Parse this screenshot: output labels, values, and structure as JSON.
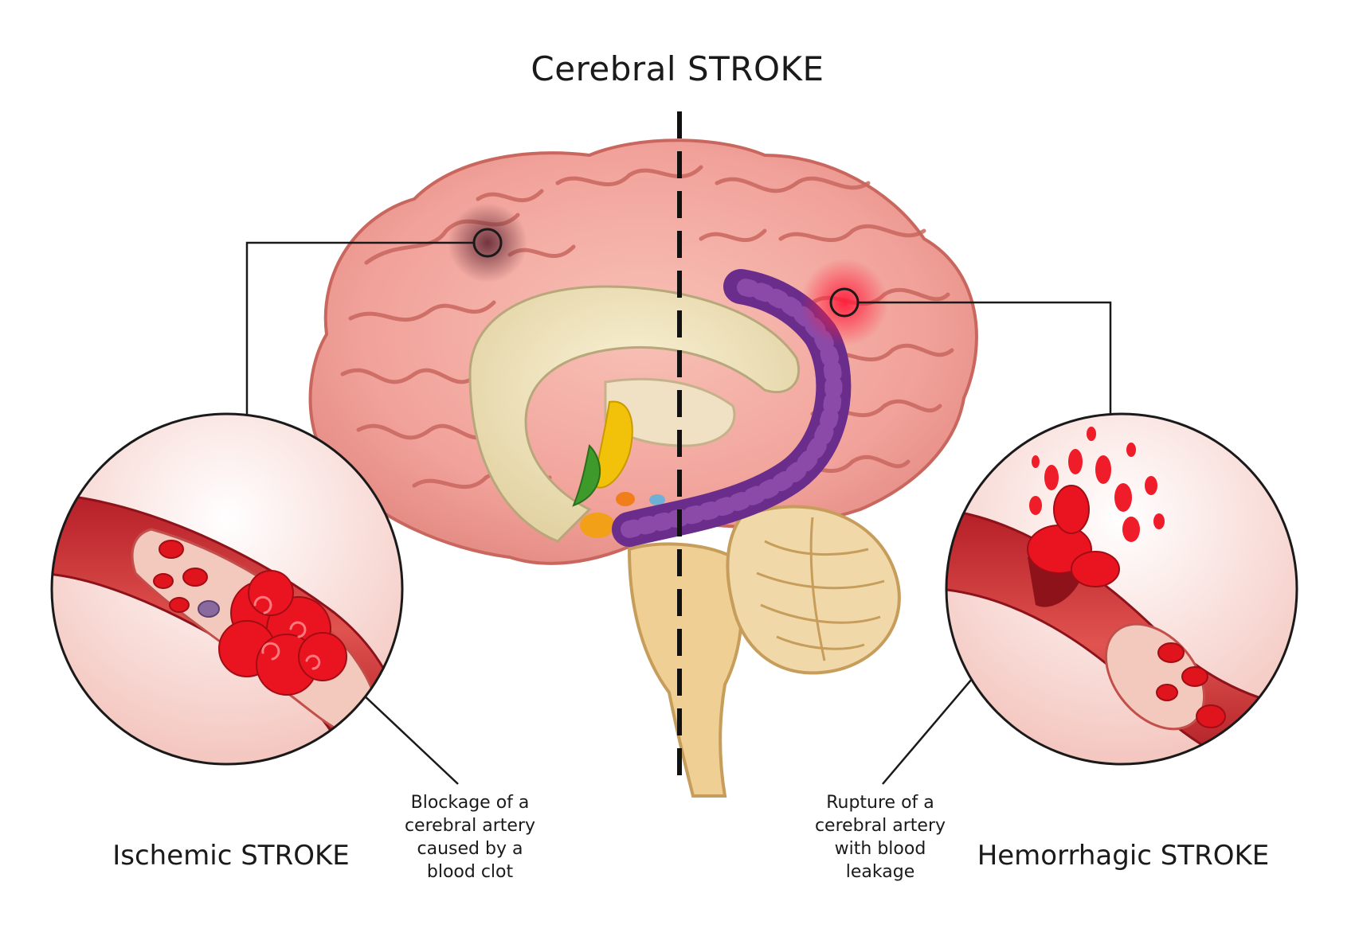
{
  "diagram": {
    "title": "Cerebral STROKE",
    "left": {
      "heading": "Ischemic STROKE",
      "description": [
        "Blockage of a",
        "cerebral artery",
        "caused by a",
        "blood clot"
      ]
    },
    "right": {
      "heading": "Hemorrhagic STROKE",
      "description": [
        "Rupture of a",
        "cerebral artery",
        "with blood",
        "leakage"
      ]
    }
  },
  "colors": {
    "brain": "#f1a29a",
    "brain_fold": "#c9675f",
    "inner": "#efe3bf",
    "artery": "#c72a2f",
    "clot": "#e8101a",
    "ring": "#1a1a1a",
    "spinal": "#6a2d8c",
    "inset_bg": "#f7d3cd"
  }
}
